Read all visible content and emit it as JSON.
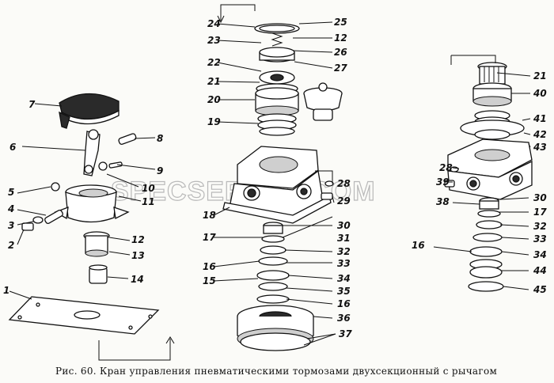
{
  "caption": "Рис. 60. Кран управления пневматическими тормозами двухсекционный с рычагом",
  "watermark": "SPECSERVER.COM",
  "callouts": {
    "left": [
      "7",
      "6",
      "8",
      "9",
      "10",
      "11",
      "5",
      "4",
      "3",
      "2",
      "12",
      "13",
      "14",
      "1"
    ],
    "middle": [
      "24",
      "25",
      "23",
      "12",
      "26",
      "22",
      "27",
      "21",
      "20",
      "19",
      "28",
      "29",
      "18",
      "30",
      "31",
      "17",
      "32",
      "16",
      "33",
      "34",
      "15",
      "35",
      "16",
      "36",
      "37"
    ],
    "right": [
      "21",
      "40",
      "41",
      "42",
      "43",
      "28",
      "39",
      "30",
      "38",
      "17",
      "32",
      "33",
      "16",
      "34",
      "44",
      "45"
    ]
  }
}
